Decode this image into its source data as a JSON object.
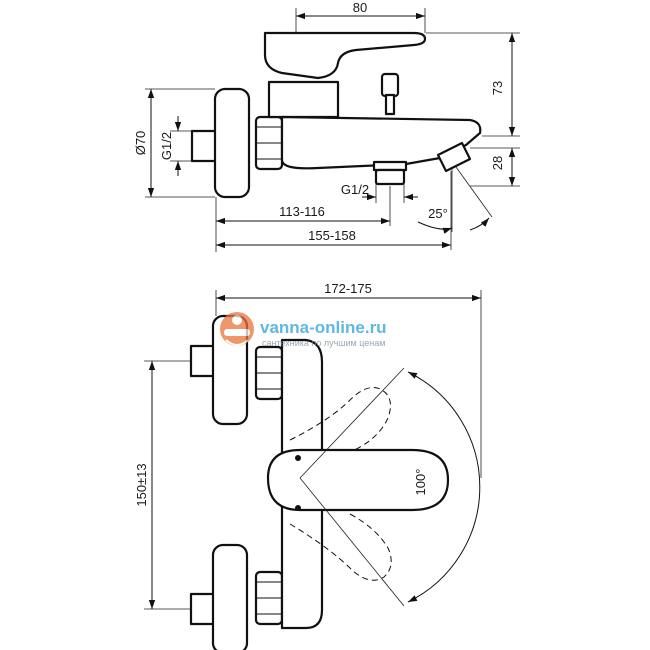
{
  "dimensions": {
    "width_80": "80",
    "height_73": "73",
    "diameter_70": "Ø70",
    "thread_g12_side": "G1/2",
    "height_28": "28",
    "thread_g12_bottom": "G1/2",
    "length_113_116": "113-116",
    "angle_25": "25°",
    "length_155_158": "155-158",
    "width_172_175": "172-175",
    "spacing_150_13": "150±13",
    "angle_100": "100°"
  },
  "watermark": {
    "brand": "vanna-online.ru",
    "tagline": "сантехника по лучшим ценам"
  },
  "colors": {
    "line": "#111111",
    "watermark_blue": "#2b9fd8",
    "watermark_orange": "#e9733c"
  }
}
